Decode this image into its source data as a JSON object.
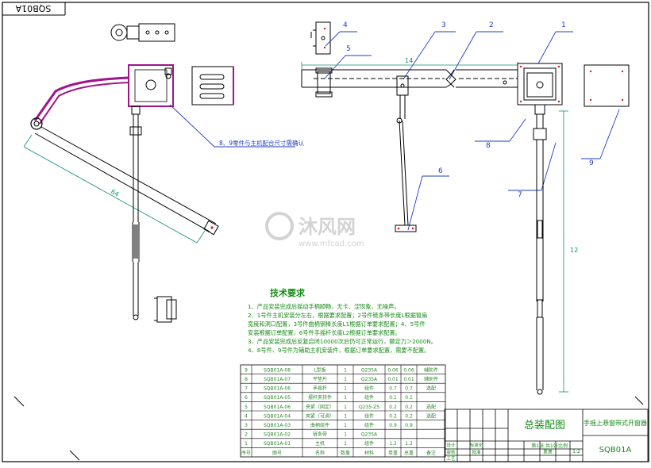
{
  "drawing": {
    "code_mirrored": "SQB01A",
    "code": "SQB01A",
    "title": "总装配图",
    "product_name": "手摇上悬窗带式开窗器",
    "watermark_text": "沐风网",
    "watermark_url": "www.mfcad.com",
    "colors": {
      "outline": "#000000",
      "leader": "#1e3cc8",
      "part": "#a0148c",
      "note": "#168a16",
      "dimension": "#128c7a",
      "table_text": "#2a8a2a",
      "red_dot": "#d21e1e"
    }
  },
  "callouts": [
    "1",
    "2",
    "3",
    "4",
    "5",
    "6",
    "7",
    "8",
    "9"
  ],
  "dims": {
    "d1": "14",
    "d2": "64",
    "d3": "12"
  },
  "note_leader": "8、9零件与主机配合尺寸需确认",
  "tech": {
    "heading": "技术要求",
    "lines": [
      "1、产品安装完成后摇动手柄顺畅，无卡、涩现象，无噪声。",
      "2、1号件主机安装分左右，根据要求配置；2号件链条带长度L根据窗扇",
      "   宽度和洞口配置，3号件曲柄钢棒长度L1根据订单要求配置；4、5号件",
      "   安装根据订单配置，6号件手摇杆长度L2根据订单要求配置。",
      "3、产品安装完成后反复启闭10000次后仍可正常运行，额定力＞2000N。",
      "4、8号件、9号件为辅助主机安装件，根据订单要求配置，需要不配置。"
    ]
  },
  "bom": {
    "headers": [
      "序号",
      "图号",
      "名称",
      "数量",
      "材料",
      "单重",
      "总重",
      "备注"
    ],
    "rows": [
      [
        "9",
        "SQB01A-08",
        "L型板",
        "1",
        "Q235A",
        "0.06",
        "0.06",
        "辅助件"
      ],
      [
        "8",
        "SQB01A-07",
        "平垫片",
        "1",
        "Q235A",
        "0.01",
        "0.01",
        "辅助件"
      ],
      [
        "7",
        "SQB01A-06",
        "手摇杆",
        "1",
        "组件",
        "0.7",
        "0.7",
        "选配"
      ],
      [
        "6",
        "SQB01A-05",
        "摆杆夹持件",
        "1",
        "组件",
        "0.1",
        "0.1",
        ""
      ],
      [
        "5",
        "SQB01A-06",
        "夹紧（固定）",
        "1",
        "Q235-Z5",
        "0.2",
        "0.2",
        "选配"
      ],
      [
        "4",
        "SQB01A-04",
        "夹紧（可调）",
        "1",
        "组件",
        "0.2",
        "0.2",
        "选配"
      ],
      [
        "3",
        "SQB01A-03",
        "曲柄组件",
        "1",
        "组件",
        "0.9",
        "0.9",
        ""
      ],
      [
        "2",
        "SQB01A-02",
        "链条带",
        "1",
        "Q235A",
        "",
        "",
        " "
      ],
      [
        "1",
        "SQB01A-01",
        "主机",
        "1",
        "组件",
        "1.2",
        "1.2",
        ""
      ]
    ]
  },
  "titleblock": {
    "sheet_info": "第1张 共1张",
    "scale_label": "比例",
    "scale": "1:2",
    "weight_label": "重量",
    "labels": [
      "设计",
      "审核",
      "工艺",
      "标准化",
      "批准"
    ]
  }
}
